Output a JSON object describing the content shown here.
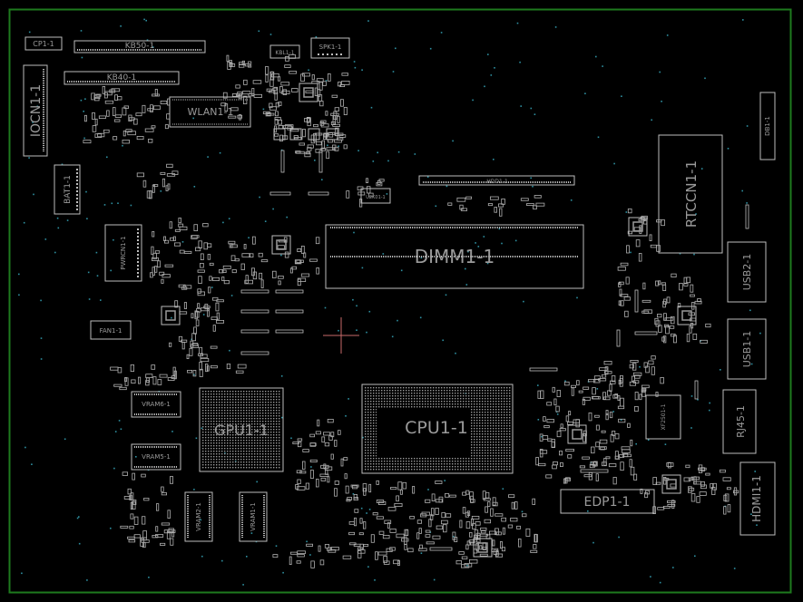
{
  "labels": {
    "cp1": "CP1-1",
    "kb50": "KB50-1",
    "kb40": "KB40-1",
    "kbl": "KBL1-1",
    "spk": "SPK1-1",
    "iocn": "IOCN1-1",
    "wlan": "WLAN1-1",
    "db": "DB1-1",
    "bat": "BAT1-1",
    "hdd": "HDD1-1",
    "u2k": "U2K01-1",
    "rtccn": "RTCCN1-1",
    "pwrcn": "PWRCN1-1",
    "dimm": "DIMM1-1",
    "usb2": "USB2-1",
    "usb1": "USB1-1",
    "fan": "FAN1-1",
    "vram6": "VRAM6-1",
    "vram5": "VRAM5-1",
    "gpu": "GPU1-1",
    "cpu": "CPU1-1",
    "xtal": "XF2501-1",
    "rj45": "RJ45-1",
    "edp": "EDP1-1",
    "hdmi": "HDMI1-1",
    "vram2": "VRAM2-1",
    "vram1": "VRAM1-1"
  },
  "colors": {
    "background": "#000000",
    "border": "#1e7a1e",
    "outline": "#bdbdbd",
    "label": "#9a9a9a",
    "via": "#2e8fa0",
    "crosshair": "#c86a6a"
  }
}
